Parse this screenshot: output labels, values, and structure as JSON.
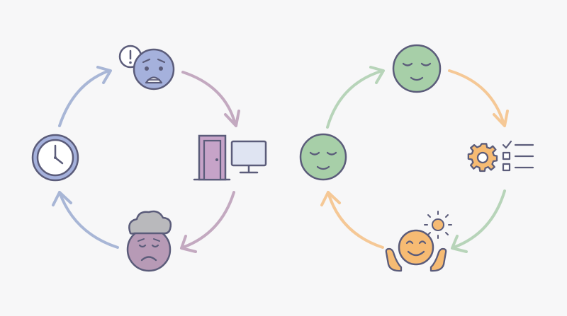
{
  "diagram": {
    "left_cycle": {
      "nodes": [
        "anxious-face-with-alert",
        "door-and-computer",
        "sad-face-under-cloud",
        "clock"
      ],
      "arrow_colors": [
        "#c3a9c0",
        "#c3a9c0",
        "#a8b6d6",
        "#a8b6d6"
      ]
    },
    "right_cycle": {
      "nodes": [
        "calm-face-top",
        "gear-and-checklist",
        "happy-face-with-sun-and-hands",
        "calm-face-left"
      ],
      "arrow_colors": [
        "#f5c896",
        "#b7d4b9",
        "#f5c896",
        "#b7d4b9"
      ]
    }
  },
  "colors": {
    "outline": "#5b5c7a",
    "blue_face": "#a5b1dc",
    "purple_face": "#b79ab6",
    "green_face": "#a7cfa8",
    "orange_face": "#f6bb73",
    "cloud": "#b9b9bc",
    "monitor_screen": "#dfe4f2",
    "door": "#c6a3c8"
  }
}
